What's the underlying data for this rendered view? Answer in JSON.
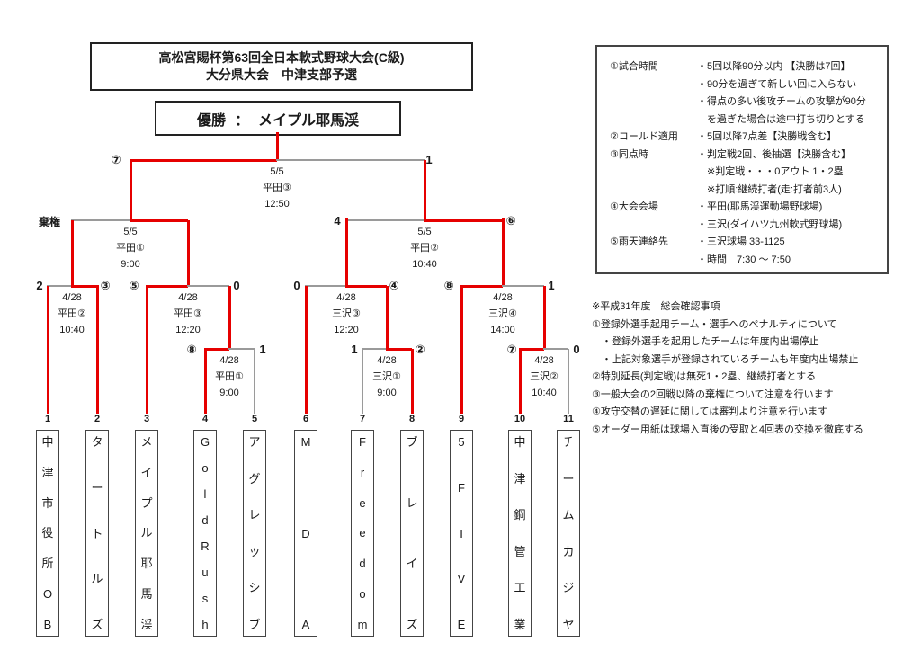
{
  "colors": {
    "winner": "#e60000",
    "line": "#9a9a9a",
    "text": "#1a1a1a"
  },
  "title": {
    "line1": "高松宮賜杯第63回全日本軟式野球大会(C級)",
    "line2": "大分県大会　中津支部予選"
  },
  "champion": {
    "label": "優勝",
    "colon": "：",
    "name": "メイプル耶馬渓"
  },
  "teams": [
    {
      "num": "1",
      "name": "中津市役所OB"
    },
    {
      "num": "2",
      "name": "タートルズ"
    },
    {
      "num": "3",
      "name": "メイプル耶馬渓"
    },
    {
      "num": "4",
      "name": "GoldRush"
    },
    {
      "num": "5",
      "name": "アグレッシブ"
    },
    {
      "num": "6",
      "name": "MDA"
    },
    {
      "num": "7",
      "name": "Freedom"
    },
    {
      "num": "8",
      "name": "ブレイズ"
    },
    {
      "num": "9",
      "name": "5FIVE"
    },
    {
      "num": "10",
      "name": "中津鋼管工業"
    },
    {
      "num": "11",
      "name": "チームカジヤ"
    }
  ],
  "matches": {
    "final": {
      "date": "5/5",
      "venue": "平田③",
      "time": "12:50",
      "score_left": "⑦",
      "score_right": "1"
    },
    "sf1": {
      "date": "5/5",
      "venue": "平田①",
      "time": "9:00",
      "score_left": "棄権",
      "score_right": ""
    },
    "sf2": {
      "date": "5/5",
      "venue": "平田②",
      "time": "10:40",
      "score_left": "4",
      "score_right": "⑥"
    },
    "qf1": {
      "date": "4/28",
      "venue": "平田②",
      "time": "10:40",
      "score_left": "2",
      "score_right": "③"
    },
    "qf2": {
      "date": "4/28",
      "venue": "平田③",
      "time": "12:20",
      "score_left": "⑤",
      "score_right": "0"
    },
    "qf3": {
      "date": "4/28",
      "venue": "三沢③",
      "time": "12:20",
      "score_left": "0",
      "score_right": "④"
    },
    "qf4": {
      "date": "4/28",
      "venue": "三沢④",
      "time": "14:00",
      "score_left": "⑧",
      "score_right": "1"
    },
    "r1a": {
      "date": "4/28",
      "venue": "平田①",
      "time": "9:00",
      "score_left": "⑧",
      "score_right": "1"
    },
    "r1b": {
      "date": "4/28",
      "venue": "三沢①",
      "time": "9:00",
      "score_left": "1",
      "score_right": "②"
    },
    "r1c": {
      "date": "4/28",
      "venue": "三沢②",
      "time": "10:40",
      "score_left": "⑦",
      "score_right": "0"
    }
  },
  "rules": {
    "rows": [
      {
        "label": "①試合時間",
        "text": "・5回以降90分以内 【決勝は7回】"
      },
      {
        "label": "",
        "text": "・90分を過ぎて新しい回に入らない"
      },
      {
        "label": "",
        "text": "・得点の多い後攻チームの攻撃が90分"
      },
      {
        "label": "",
        "text": "　を過ぎた場合は途中打ち切りとする"
      },
      {
        "label": "②コールド適用",
        "text": "・5回以降7点差【決勝戦含む】"
      },
      {
        "label": "③同点時",
        "text": "・判定戦2回、後抽選【決勝含む】"
      },
      {
        "label": "",
        "text": "　※判定戦・・・0アウト 1・2塁"
      },
      {
        "label": "",
        "text": "　※打順:継続打者(走:打者前3人)"
      },
      {
        "label": "④大会会場",
        "text": "・平田(耶馬渓運動場野球場)"
      },
      {
        "label": "",
        "text": "・三沢(ダイハツ九州軟式野球場)"
      },
      {
        "label": "⑤雨天連絡先",
        "text": "・三沢球場 33-1125"
      },
      {
        "label": "",
        "text": "・時間　7:30 ～ 7:50"
      }
    ]
  },
  "notes": {
    "lines": [
      "※平成31年度　総会確認事項",
      "①登録外選手起用チーム・選手へのペナルティについて",
      "　・登録外選手を起用したチームは年度内出場停止",
      "　・上記対象選手が登録されているチームも年度内出場禁止",
      "②特別延長(判定戦)は無死1・2塁、継続打者とする",
      "③一般大会の2回戦以降の棄権について注意を行います",
      "④攻守交替の遅延に関しては審判より注意を行います",
      "⑤オーダー用紙は球場入直後の受取と4回表の交換を徹底する"
    ]
  }
}
